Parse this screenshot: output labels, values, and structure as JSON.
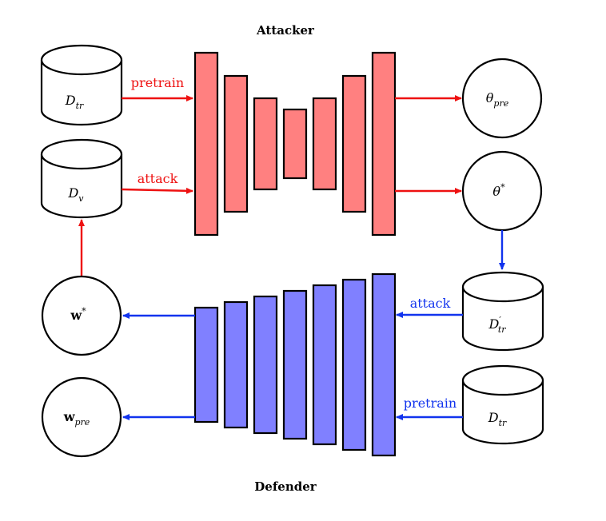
{
  "titles": {
    "attacker": "Attacker",
    "defender": "Defender"
  },
  "colors": {
    "attack_fill": "#ff8080",
    "defend_fill": "#8080ff",
    "attack_arrow": "#ee1111",
    "defend_arrow": "#1133ee",
    "stroke": "#000000"
  },
  "attacker": {
    "dataset_train": {
      "base": "D",
      "sub": "tr"
    },
    "dataset_v": {
      "base": "D",
      "sub": "v"
    },
    "arrow_pretrain": "pretrain",
    "arrow_attack": "attack",
    "out_pre": {
      "base": "θ",
      "sub": "pre"
    },
    "out_star": {
      "base": "θ",
      "sup": "*"
    }
  },
  "defender": {
    "dataset_tr_prime": {
      "base": "D",
      "sub": "tr",
      "prime": "′"
    },
    "dataset_tr": {
      "base": "D",
      "sub": "tr"
    },
    "arrow_attack": "attack",
    "arrow_pretrain": "pretrain",
    "out_star": {
      "base": "w",
      "sup": "*"
    },
    "out_pre": {
      "base": "w",
      "sub": "pre"
    }
  }
}
